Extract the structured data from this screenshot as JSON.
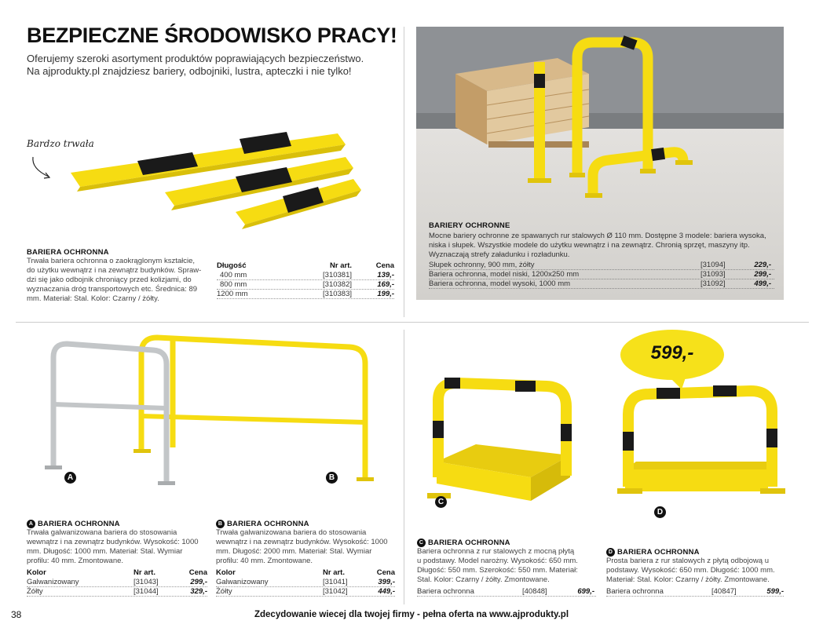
{
  "header": {
    "title": "BEZPIECZNE ŚRODOWISKO PRACY!",
    "intro_line1": "Oferujemy szeroki asortyment produktów poprawiających bezpieczeństwo.",
    "intro_line2": "Na ajprodukty.pl znajdziesz bariery, odbojniki, lustra, apteczki i nie tylko!"
  },
  "handwritten_note": "Bardzo trwała",
  "bariera_odbojnik": {
    "title": "BARIERA OCHRONNA",
    "desc": [
      "Trwała bariera ochronna o zaokrąglonym kształcie,",
      "do użytku wewnątrz i na zewnątrz budynków. Spraw-",
      "dzi się jako odbojnik chroniący przed kolizjami, do",
      "wyznaczania dróg transportowych etc. Średnica: 89",
      "mm. Materiał: Stal. Kolor: Czarny / żółty."
    ],
    "headers": {
      "col1": "Długość",
      "col2": "Nr art.",
      "col3": "Cena"
    },
    "rows": [
      {
        "c1": "400 mm",
        "c2": "[310381]",
        "c3": "139,-"
      },
      {
        "c1": "800 mm",
        "c2": "[310382]",
        "c3": "169,-"
      },
      {
        "c1": "1200 mm",
        "c2": "[310383]",
        "c3": "199,-"
      }
    ]
  },
  "bariery_ochronne": {
    "title": "BARIERY OCHRONNE",
    "desc": [
      "Mocne bariery ochronne ze spawanych rur stalowych Ø 110 mm. Dostępne 3 modele: bariera wysoka,",
      "niska i słupek. Wszystkie modele do użytku wewnątrz i na zewnątrz. Chronią sprzęt, maszyny itp.",
      "Wyznaczają strefy załadunku i rozładunku."
    ],
    "rows": [
      {
        "c1": "Słupek ochronny, 900 mm, żółty",
        "c2": "[31094]",
        "c3": "229,-"
      },
      {
        "c1": "Bariera ochronna, model niski, 1200x250 mm",
        "c2": "[31093]",
        "c3": "299,-"
      },
      {
        "c1": "Bariera ochronna, model wysoki, 1000 mm",
        "c2": "[31092]",
        "c3": "499,-"
      }
    ]
  },
  "product_a": {
    "badge": "A",
    "title": "BARIERA OCHRONNA",
    "desc": [
      "Trwała galwanizowana bariera do stosowania",
      "wewnątrz i na zewnątrz budynków. Wysokość: 1000",
      "mm. Długość: 1000 mm. Materiał: Stal. Wymiar",
      "profilu: 40 mm. Zmontowane."
    ],
    "headers": {
      "col1": "Kolor",
      "col2": "Nr art.",
      "col3": "Cena"
    },
    "rows": [
      {
        "c1": "Galwanizowany",
        "c2": "[31043]",
        "c3": "299,-"
      },
      {
        "c1": "Żółty",
        "c2": "[31044]",
        "c3": "329,-"
      }
    ]
  },
  "product_b": {
    "badge": "B",
    "title": "BARIERA OCHRONNA",
    "desc": [
      "Trwała galwanizowana bariera do stosowania",
      "wewnątrz i na zewnątrz budynków. Wysokość: 1000",
      "mm. Długość: 2000 mm. Materiał: Stal. Wymiar",
      "profilu: 40 mm. Zmontowane."
    ],
    "headers": {
      "col1": "Kolor",
      "col2": "Nr art.",
      "col3": "Cena"
    },
    "rows": [
      {
        "c1": "Galwanizowany",
        "c2": "[31041]",
        "c3": "399,-"
      },
      {
        "c1": "Żółty",
        "c2": "[31042]",
        "c3": "449,-"
      }
    ]
  },
  "product_c": {
    "badge": "C",
    "title": "BARIERA OCHRONNA",
    "desc": [
      "Bariera ochronna z rur stalowych z mocną płytą",
      "u podstawy. Model narożny. Wysokość: 650 mm.",
      "Długość: 550 mm. Szerokość: 550 mm. Materiał:",
      "Stal. Kolor: Czarny / żółty. Zmontowane."
    ],
    "row": {
      "c1": "Bariera ochronna",
      "c2": "[40848]",
      "c3": "699,-"
    }
  },
  "product_d": {
    "badge": "D",
    "title": "BARIERA OCHRONNA",
    "desc": [
      "Prosta bariera z rur stalowych z płytą odbojową u",
      "podstawy. Wysokość: 650 mm. Długość: 1000 mm.",
      "Materiał: Stal. Kolor: Czarny / żółty. Zmontowane."
    ],
    "row": {
      "c1": "Bariera ochronna",
      "c2": "[40847]",
      "c3": "599,-"
    }
  },
  "price_bubble": "599,-",
  "footer": {
    "page_number": "38",
    "text": "Zdecydowanie wiecej dla twojej firmy - pełna oferta na www.ajprodukty.pl"
  },
  "colors": {
    "yellow": "#f6dc12",
    "black": "#1a1a1a",
    "galv": "#c3c6c8"
  }
}
